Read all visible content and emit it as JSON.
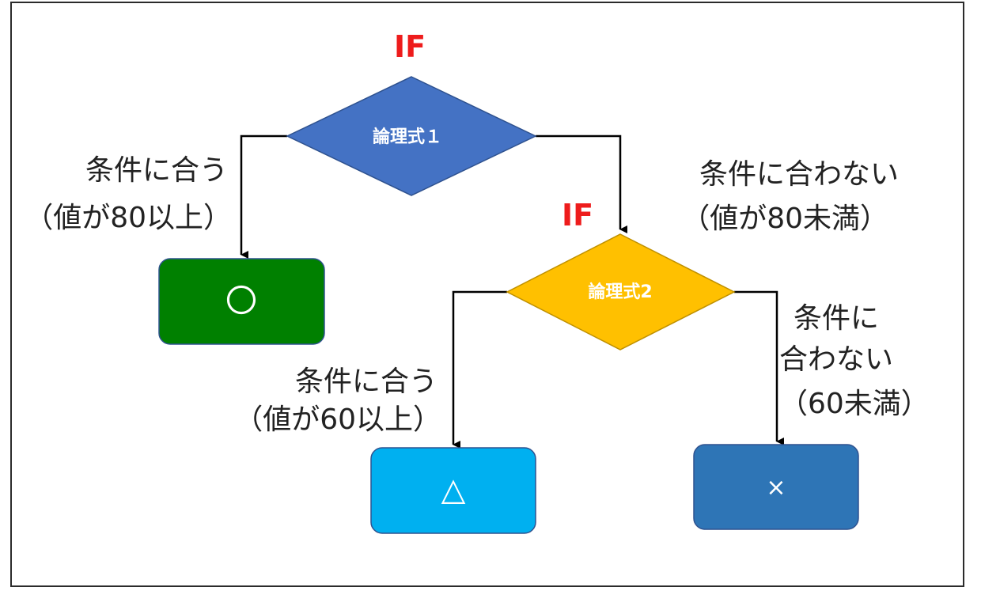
{
  "diagram": {
    "colors": {
      "if_text": "#ee1c1c",
      "decision1": "#4472c4",
      "decision2": "#ffc000",
      "result_pass": "#008000",
      "result_mid": "#00b0f0",
      "result_fail": "#2e75b6",
      "line": "#000000"
    },
    "decision1": {
      "if_label": "IF",
      "label": "論理式１"
    },
    "decision2": {
      "if_label": "IF",
      "label": "論理式2"
    },
    "branch1_true": {
      "line1": "条件に合う",
      "line2": "（値が80以上）"
    },
    "branch1_false": {
      "line1": "条件に合わない",
      "line2": "（値が80未満）"
    },
    "branch2_true": {
      "line1": "条件に合う",
      "line2": "（値が60以上）"
    },
    "branch2_false": {
      "line1": "条件に",
      "line2": "合わない",
      "line3": "（60未満）"
    },
    "results": {
      "pass": "〇",
      "mid": "△",
      "fail": "×"
    }
  }
}
